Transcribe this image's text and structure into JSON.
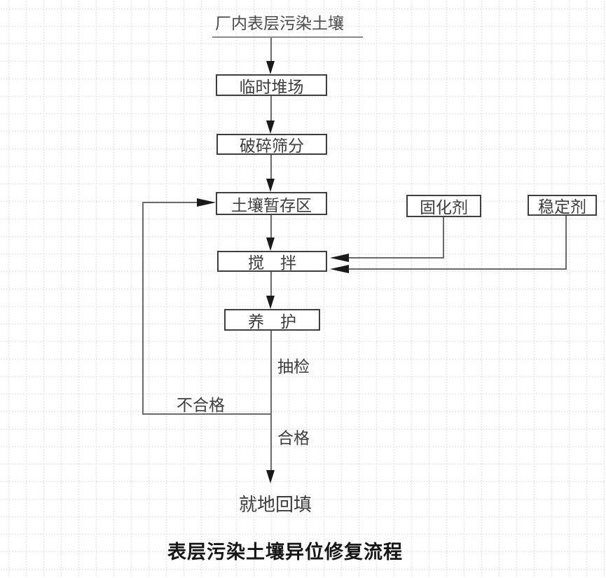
{
  "diagram": {
    "source_label": "厂内表层污染土壤",
    "nodes": {
      "temp_stockpile": "临时堆场",
      "crush_screen": "破碎筛分",
      "soil_storage": "土壤暂存区",
      "mixing": "搅　拌",
      "curing": "养　护",
      "solidifier": "固化剂",
      "stabilizer": "稳定剂"
    },
    "edge_labels": {
      "sampling": "抽检",
      "fail": "不合格",
      "pass": "合格"
    },
    "terminal_label": "就地回填",
    "caption": "表层污染土壤异位修复流程"
  },
  "colors": {
    "background": "#ffffff",
    "box_border": "#3f3f3f",
    "line": "#6b6b6b",
    "arrowhead": "#1a1a1a",
    "text": "#3d3d3d",
    "caption_text": "#161616"
  }
}
